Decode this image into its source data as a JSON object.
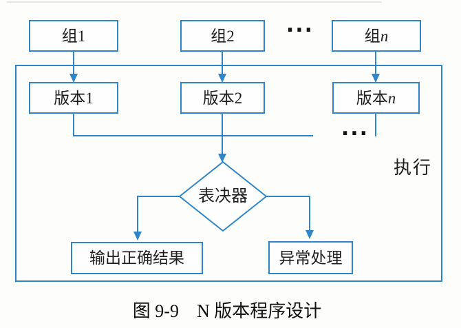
{
  "figure": {
    "caption": "图 9-9　N 版本程序设计"
  },
  "diagram": {
    "groups": [
      {
        "prefix": "组",
        "suffix": "1"
      },
      {
        "prefix": "组",
        "suffix": "2"
      },
      {
        "prefix": "组",
        "suffix": "n"
      }
    ],
    "versions": [
      {
        "prefix": "版本",
        "suffix": "1"
      },
      {
        "prefix": "版本",
        "suffix": "2"
      },
      {
        "prefix": "版本",
        "suffix": "n"
      }
    ],
    "ellipsis_top": "...",
    "ellipsis_mid": "...",
    "voter_label": "表决器",
    "result_label": "输出正确结果",
    "exception_label": "异常处理",
    "execute_label": "执行"
  },
  "colors": {
    "line_blue": "#2e86c8",
    "text": "#1f1f1f"
  }
}
